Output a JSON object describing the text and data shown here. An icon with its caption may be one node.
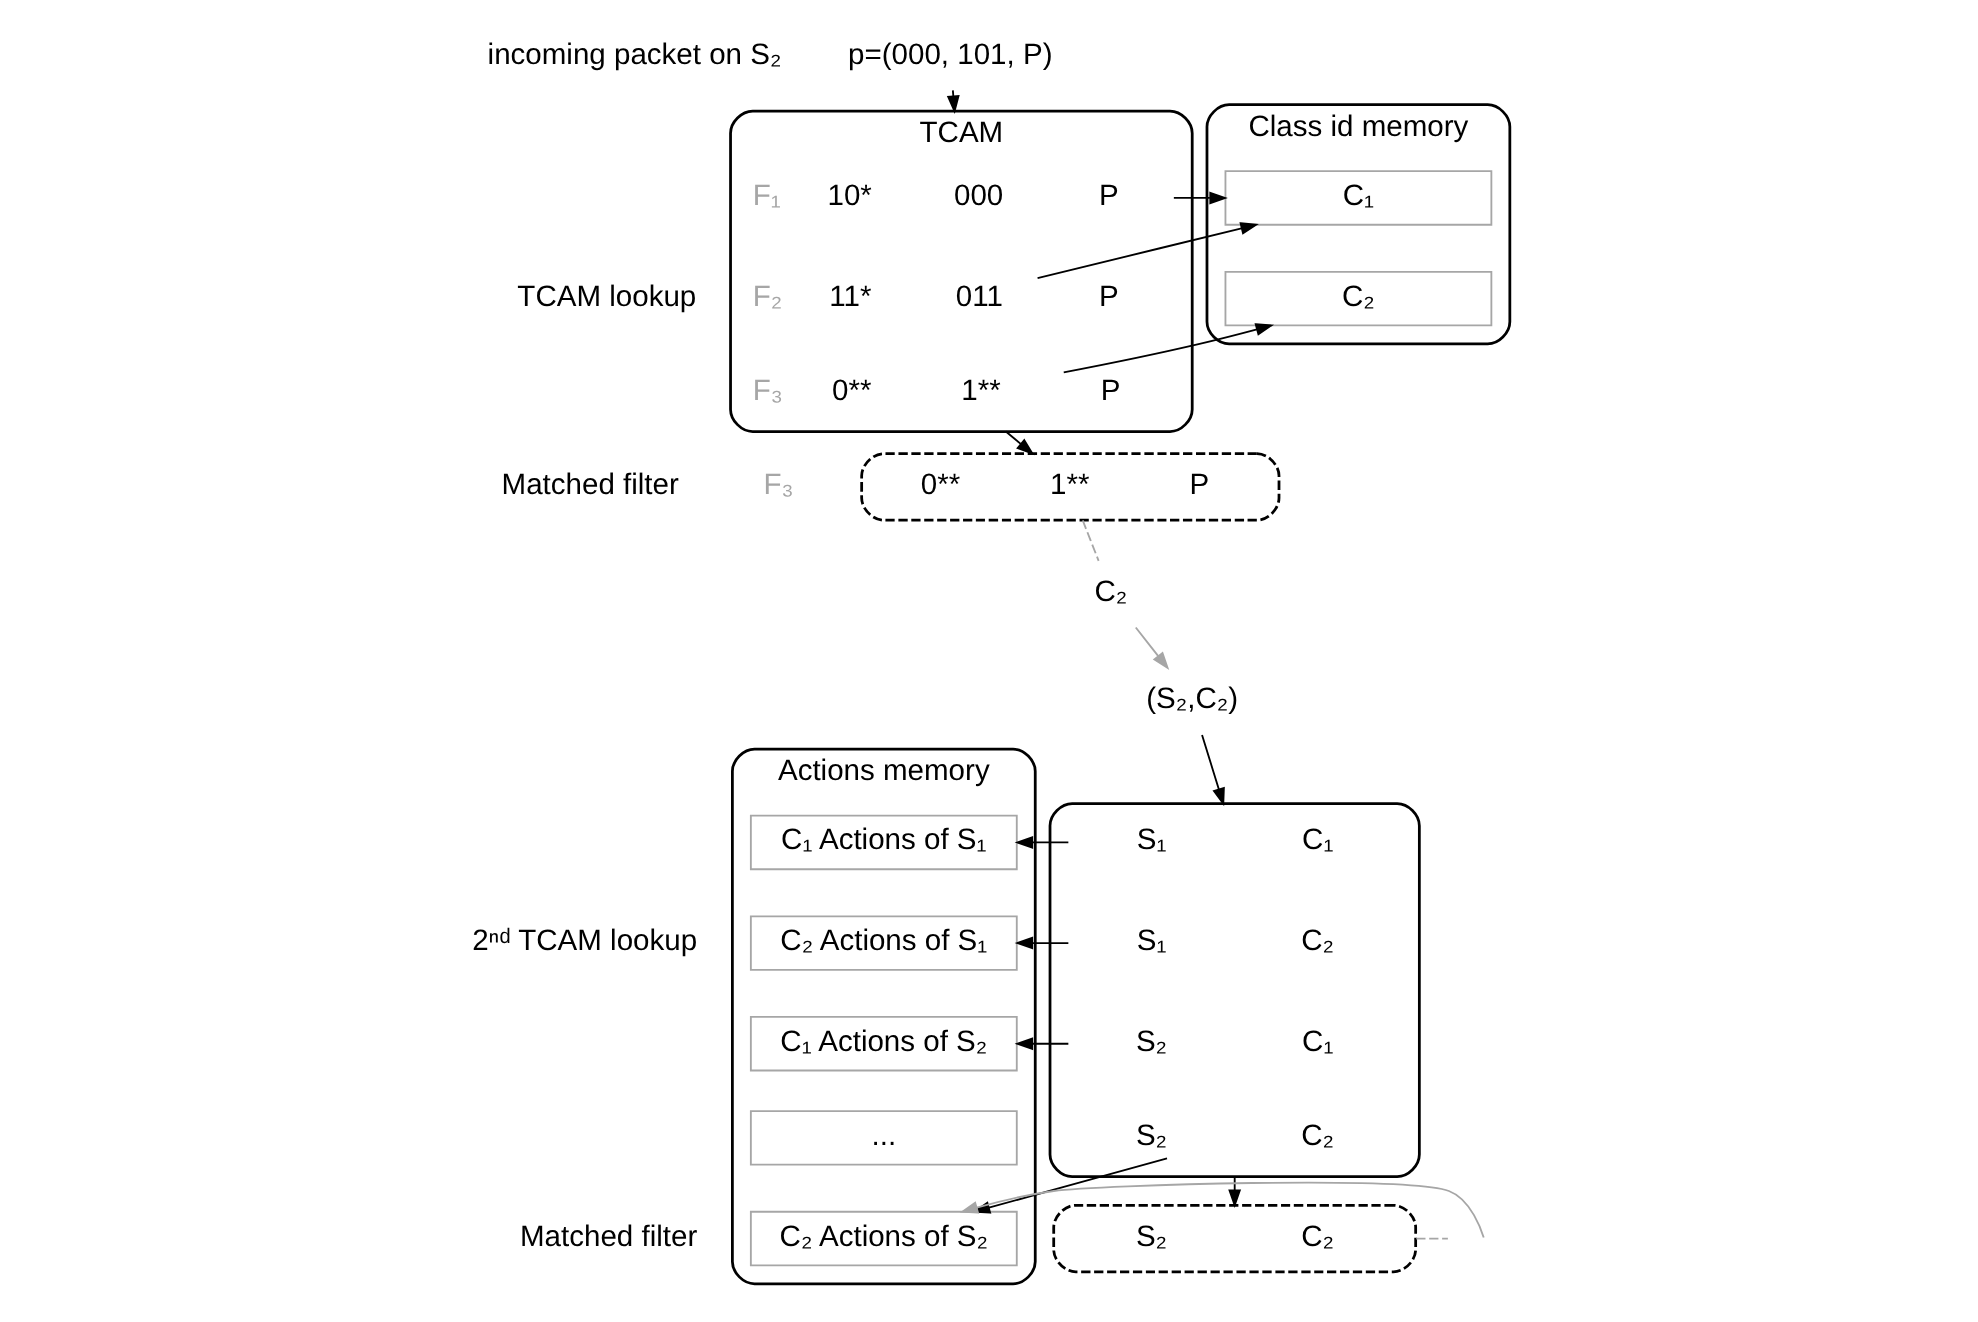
{
  "diagram": {
    "nodes": [
      {
        "text": [
          "p=(000, 101, P)"
        ]
      },
      {
        "text": [
          "TCAM"
        ]
      },
      {
        "text": [
          "10*",
          "000",
          "P"
        ],
        "beside": [
          "F₁"
        ],
        "in": 1
      },
      {
        "text": [
          "11*",
          "011",
          "P"
        ],
        "beside": [
          "F₂"
        ],
        "in": 1
      },
      {
        "text": [
          "0**",
          "1**",
          "P"
        ],
        "beside": [
          "F₃"
        ],
        "in": 1
      },
      {
        "text": [
          "Class id memory"
        ]
      },
      {
        "text": [
          "C₁"
        ],
        "in": 5
      },
      {
        "text": [
          "C₂"
        ],
        "in": 5
      },
      {
        "text": [
          "0**",
          "1**",
          "P"
        ],
        "beside": [
          "F₃"
        ]
      },
      {
        "text": [
          "C₂"
        ]
      },
      {
        "text": [
          "(S₂,C₂)"
        ]
      },
      {
        "text": [],
        "shape": "box"
      },
      {
        "text": [
          "S₁",
          "C₁"
        ],
        "in": 11
      },
      {
        "text": [
          "S₁",
          "C₂"
        ],
        "in": 11
      },
      {
        "text": [
          "S₂",
          "C₁"
        ],
        "in": 11
      },
      {
        "text": [
          "S₂",
          "C₂"
        ],
        "in": 11
      },
      {
        "text": [
          "Actions memory"
        ]
      },
      {
        "text": [
          "C₁ Actions of S₁"
        ],
        "in": 16
      },
      {
        "text": [
          "C₂ Actions of S₁"
        ],
        "in": 16
      },
      {
        "text": [
          "C₁ Actions of S₂"
        ],
        "in": 16
      },
      {
        "text": [
          "..."
        ],
        "in": 16
      },
      {
        "text": [
          "C₂ Actions of S₂"
        ],
        "in": 16
      },
      {
        "text": [
          "S₂",
          "C₂"
        ]
      }
    ],
    "edges": [
      {
        "from": 0,
        "to": 1,
        "arrow": "to"
      },
      {
        "from": 2,
        "to": 6,
        "arrow": "to"
      },
      {
        "from": 3,
        "to": 6,
        "arrow": "to"
      },
      {
        "from": 4,
        "to": 7,
        "arrow": "to"
      },
      {
        "from": 1,
        "to": 8,
        "arrow": "to"
      },
      {
        "from": 8,
        "to": 9,
        "arrow": "none",
        "style": "dashed",
        "color": "#a6a6a6"
      },
      {
        "from": 9,
        "to": 10,
        "arrow": "to",
        "color": "#a6a6a6"
      },
      {
        "from": 10,
        "to": 11,
        "arrow": "to"
      },
      {
        "from": 12,
        "to": 17,
        "arrow": "to"
      },
      {
        "from": 13,
        "to": 18,
        "arrow": "to"
      },
      {
        "from": 14,
        "to": 19,
        "arrow": "to"
      },
      {
        "from": 15,
        "to": 21,
        "arrow": "to"
      },
      {
        "from": 11,
        "to": 22,
        "arrow": "to"
      },
      {
        "from": 22,
        "to": null,
        "arrow": "none",
        "style": "dashed",
        "color": "#a6a6a6"
      },
      {
        "from": null,
        "to": 21,
        "arrow": "to",
        "color": "#a6a6a6"
      }
    ],
    "labels": [
      "incoming packet on S₂",
      "TCAM lookup",
      "Matched filter",
      "2ⁿᵈ TCAM lookup",
      "Matched filter"
    ]
  }
}
